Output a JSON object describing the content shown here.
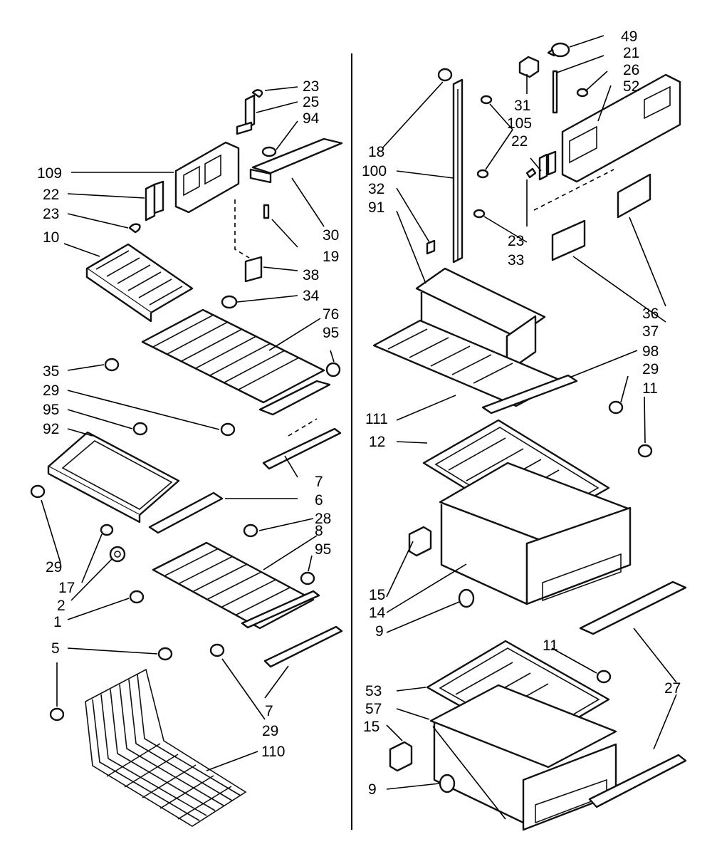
{
  "labels": {
    "l23a": "23",
    "l25": "25",
    "l94": "94",
    "l109": "109",
    "l22a": "22",
    "l23b": "23",
    "l30": "30",
    "l19": "19",
    "l10": "10",
    "l38": "38",
    "l34": "34",
    "l76": "76",
    "l95a": "95",
    "l35": "35",
    "l29a": "29",
    "l95b": "95",
    "l92": "92",
    "l7a": "7",
    "l6": "6",
    "l28": "28",
    "l29b": "29",
    "l8": "8",
    "l17": "17",
    "l95c": "95",
    "l2": "2",
    "l1": "1",
    "l5": "5",
    "l7b": "7",
    "l29c": "29",
    "l110": "110",
    "l49": "49",
    "l21": "21",
    "l26": "26",
    "l52": "52",
    "l31": "31",
    "l105": "105",
    "l18": "18",
    "l22b": "22",
    "l100": "100",
    "l32": "32",
    "l91": "91",
    "l23c": "23",
    "l33": "33",
    "l36": "36",
    "l37": "37",
    "l98": "98",
    "l29d": "29",
    "l11a": "11",
    "l111": "111",
    "l12": "12",
    "l15a": "15",
    "l14": "14",
    "l9a": "9",
    "l11b": "11",
    "l27": "27",
    "l53": "53",
    "l57": "57",
    "l15b": "15",
    "l9b": "9"
  }
}
